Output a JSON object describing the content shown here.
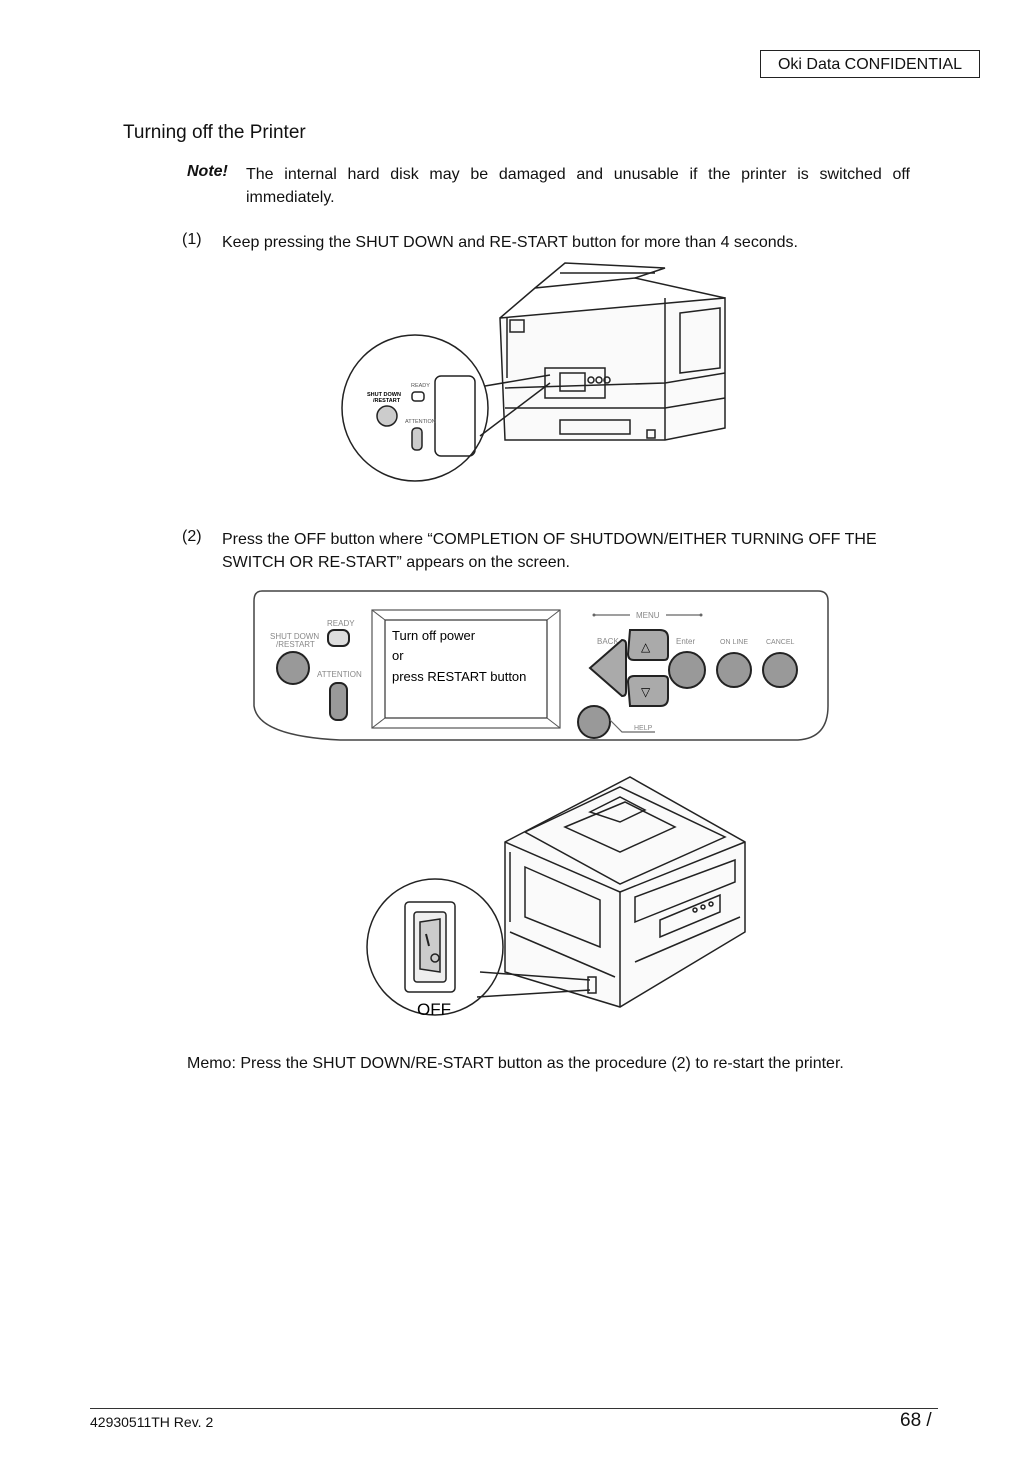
{
  "header": {
    "confidential": "Oki  Data  CONFIDENTIAL"
  },
  "section_title": "Turning off the Printer",
  "note": {
    "label": "Note!",
    "text": "The internal hard disk may be damaged and unusable if the printer is switched off immediately."
  },
  "steps": [
    {
      "num": "(1)",
      "text": "Keep pressing the SHUT DOWN and RE-START button for more than 4 seconds."
    },
    {
      "num": "(2)",
      "text": "Press the OFF button where “COMPLETION OF SHUTDOWN/EITHER TURNING OFF THE SWITCH OR RE-START” appears on the screen."
    }
  ],
  "callout1": {
    "shutdown": "SHUT DOWN",
    "restart": "/RESTART",
    "ready": "READY",
    "attention": "ATTENTION"
  },
  "panel": {
    "shutdown": "SHUT DOWN",
    "restart": "/RESTART",
    "ready": "READY",
    "attention": "ATTENTION",
    "screen_lines": [
      "Turn off power",
      "or",
      "press RESTART button"
    ],
    "menu": "MENU",
    "back": "BACK",
    "enter": "Enter",
    "online": "ON LINE",
    "cancel": "CANCEL",
    "help": "HELP",
    "up_glyph": "△",
    "down_glyph": "▽"
  },
  "switch_label": "OFF",
  "memo": "Memo: Press the SHUT DOWN/RE-START button as the procedure (2) to re-start the printer.",
  "footer": {
    "doc_id": "42930511TH  Rev. 2",
    "page": "68 /"
  }
}
